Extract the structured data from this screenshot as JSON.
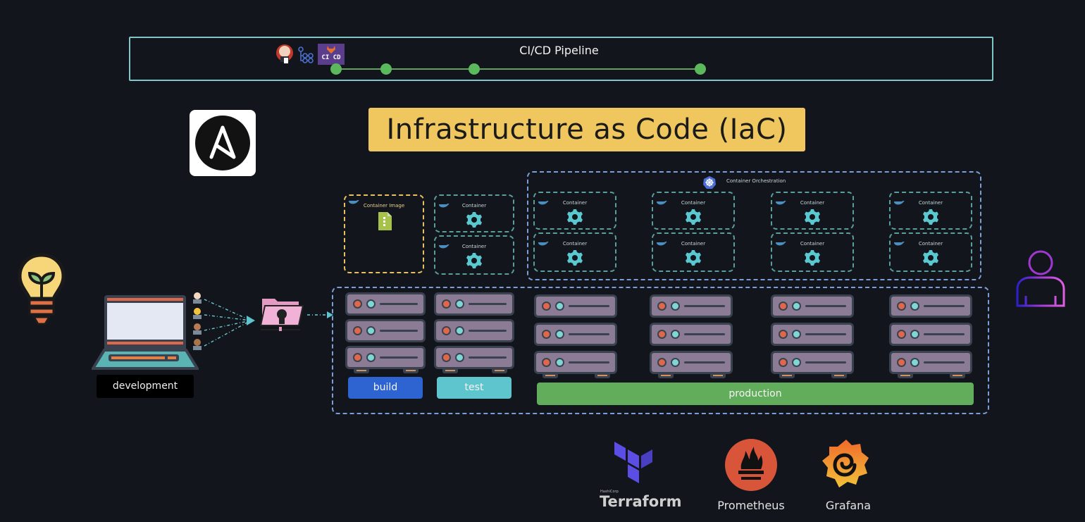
{
  "pipeline": {
    "title": "CI/CD Pipeline",
    "tool_icons": [
      "jenkins-icon",
      "pipeline-graph-icon",
      "gitlab-cicd-icon"
    ],
    "gitlab_badge": "CI CD",
    "stages": 4,
    "stage_color": "#5cb85c",
    "border_color": "#7fc7c4"
  },
  "banner": {
    "title": "Infrastructure as Code (IaC)",
    "color": "#f0c75e"
  },
  "ansible": {
    "icon": "ansible-icon"
  },
  "development": {
    "idea_icon": "lightbulb-icon",
    "laptop_icon": "laptop-icon",
    "developers": [
      "developer-1",
      "developer-2",
      "developer-3",
      "developer-4"
    ],
    "label": "development",
    "repo_icon": "github-repo-folder-icon"
  },
  "containers": {
    "image_label": "Container Image",
    "container_label": "Container",
    "orchestration_label": "Container Orchestration"
  },
  "environments": {
    "build": {
      "label": "build",
      "color": "#2d64d2"
    },
    "test": {
      "label": "test",
      "color": "#5ec5cf"
    },
    "production": {
      "label": "production",
      "color": "#62ad5b"
    }
  },
  "user": {
    "icon": "user-icon"
  },
  "tools": [
    {
      "name": "Terraform",
      "vendor": "HashiCorp",
      "color": "#5c4ee5"
    },
    {
      "name": "Prometheus",
      "color": "#d8553a"
    },
    {
      "name": "Grafana",
      "color": "#f0902c"
    }
  ]
}
